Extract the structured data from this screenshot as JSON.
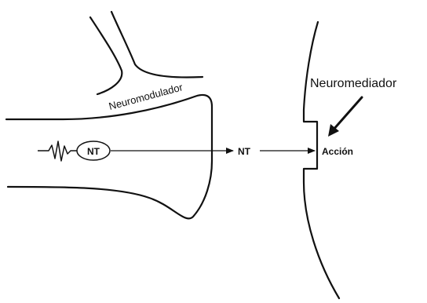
{
  "diagram": {
    "labels": {
      "neuromodulator": "Neuromodulador",
      "neuromediator": "Neuromediador",
      "nt_vesicle": "NT",
      "nt_cleft": "NT",
      "action": "Acción"
    },
    "colors": {
      "stroke": "#111111",
      "background": "#ffffff"
    },
    "icons": {
      "signal": "action-potential-icon",
      "arrow": "arrow-right-icon"
    }
  }
}
